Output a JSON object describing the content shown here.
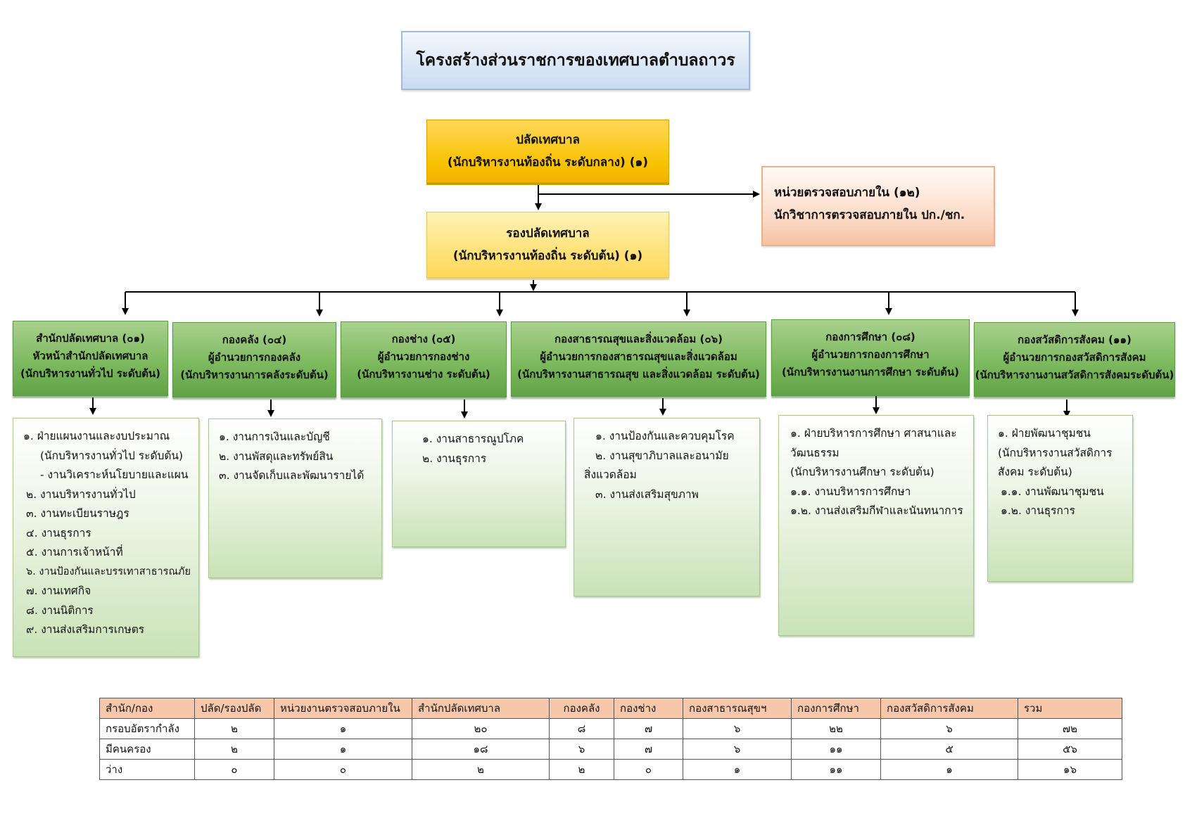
{
  "title": "โครงสร้างส่วนราชการของเทศบาลตำบลถาวร",
  "clerk": {
    "line1": "ปลัดเทศบาล",
    "line2": "(นักบริหารงานท้องถิ่น ระดับกลาง) (๑)"
  },
  "deputy": {
    "line1": "รองปลัดเทศบาล",
    "line2": "(นักบริหารงานท้องถิ่น ระดับต้น) (๑)"
  },
  "audit": {
    "line1": "หน่วยตรวจสอบภายใน (๑๒)",
    "line2": "นักวิชาการตรวจสอบภายใน ปก./ชก."
  },
  "departments": [
    {
      "lines": [
        "สำนักปลัดเทศบาล (๐๑)",
        "หัวหน้าสำนักปลัดเทศบาล",
        "(นักบริหารงานทั่วไป ระดับต้น)"
      ],
      "tasks": [
        "๑. ฝ่ายแผนงานและงบประมาณ",
        "(นักบริหารงานทั่วไป ระดับต้น)",
        "- งานวิเคราะห์นโยบายและแผน",
        "๒. งานบริหารงานทั่วไป",
        "๓. งานทะเบียนราษฎร",
        "๔. งานธุรการ",
        "๕. งานการเจ้าหน้าที่",
        "๖. งานป้องกันและบรรเทาสาธารณภัย",
        "๗. งานเทศกิจ",
        "๘. งานนิติการ",
        "๙. งานส่งเสริมการเกษตร"
      ]
    },
    {
      "lines": [
        "กองคลัง (๐๔)",
        "ผู้อำนวยการกองคลัง",
        "(นักบริหารงานการคลังระดับต้น)"
      ],
      "tasks": [
        "๑. งานการเงินและบัญชี",
        "๒. งานพัสดุและทรัพย์สิน",
        "๓. งานจัดเก็บและพัฒนารายได้"
      ]
    },
    {
      "lines": [
        "กองช่าง (๐๕)",
        "ผู้อำนวยการกองช่าง",
        "(นักบริหารงานช่าง ระดับต้น)"
      ],
      "tasks": [
        "๑. งานสาธารณูปโภค",
        "๒. งานธุรการ"
      ]
    },
    {
      "lines": [
        "กองสาธารณสุขและสิ่งแวดล้อม (๐๖)",
        "ผู้อำนวยการกองสาธารณสุขและสิ่งแวดล้อม",
        "(นักบริหารงานสาธารณสุข และสิ่งแวดล้อม ระดับต้น)"
      ],
      "tasks": [
        "๑. งานป้องกันและควบคุมโรค",
        "๒. งานสุขาภิบาลและอนามัย",
        "สิ่งแวดล้อม",
        "๓. งานส่งเสริมสุขภาพ"
      ]
    },
    {
      "lines": [
        "กองการศึกษา (๐๘)",
        "ผู้อำนวยการกองการศึกษา",
        "(นักบริหารงานงานการศึกษา ระดับต้น)"
      ],
      "tasks": [
        "๑. ฝ่ายบริหารการศึกษา ศาสนาและ",
        "วัฒนธรรม",
        "(นักบริหารงานศึกษา ระดับต้น)",
        "๑.๑. งานบริหารการศึกษา",
        "๑.๒. งานส่งเสริมกีฬาและนันทนาการ"
      ]
    },
    {
      "lines": [
        "กองสวัสดิการสังคม (๑๑)",
        "ผู้อำนวยการกองสวัสดิการสังคม",
        "(นักบริหารงานงานสวัสดิการสังคมระดับต้น)"
      ],
      "tasks": [
        "๑. ฝ่ายพัฒนาชุมชน",
        "(นักบริหารงานสวัสดิการ",
        "สังคม ระดับต้น)",
        "๑.๑. งานพัฒนาชุมชน",
        "๑.๒. งานธุรการ"
      ]
    }
  ],
  "table": {
    "headers": [
      "สำนัก/กอง",
      "ปลัด/รองปลัด",
      "หน่วยงานตรวจสอบภายใน",
      "สำนักปลัดเทศบาล",
      "กองคลัง",
      "กองช่าง",
      "กองสาธารณสุขฯ",
      "กองการศึกษา",
      "กองสวัสดิการสังคม",
      "รวม"
    ],
    "rows": [
      [
        "กรอบอัตรากำลัง",
        "๒",
        "๑",
        "๒๐",
        "๘",
        "๗",
        "๖",
        "๒๒",
        "๖",
        "๗๒"
      ],
      [
        "มีคนครอง",
        "๒",
        "๑",
        "๑๘",
        "๖",
        "๗",
        "๖",
        "๑๑",
        "๕",
        "๕๖"
      ],
      [
        "ว่าง",
        "๐",
        "๐",
        "๒",
        "๒",
        "๐",
        "๑",
        "๑๑",
        "๑",
        "๑๖"
      ]
    ]
  },
  "colors": {
    "header_fill": "#f6c7aa",
    "dept_green": "#7dba5f",
    "clerk_gold": "#f8c200",
    "audit_peach": "#fbd8c3",
    "title_blue": "#dde8f6"
  }
}
